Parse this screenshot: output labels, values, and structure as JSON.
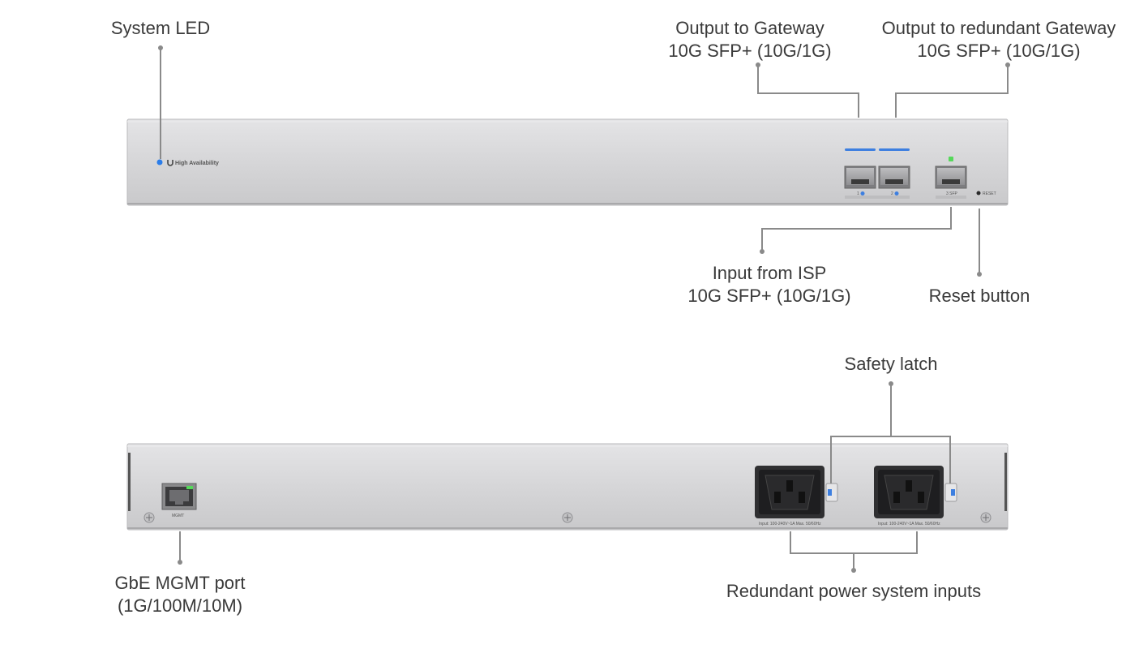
{
  "labels": {
    "system_led": "System LED",
    "output_gateway_1": "Output to Gateway",
    "output_gateway_2": "10G SFP+ (10G/1G)",
    "output_redundant_1": "Output to redundant Gateway",
    "output_redundant_2": "10G SFP+ (10G/1G)",
    "input_isp_1": "Input from ISP",
    "input_isp_2": "10G SFP+ (10G/1G)",
    "reset_button": "Reset button",
    "safety_latch": "Safety latch",
    "mgmt_port_1": "GbE MGMT port",
    "mgmt_port_2": "(1G/100M/10M)",
    "redundant_power": "Redundant power system inputs"
  },
  "device_front": {
    "brand_text": "High Availability",
    "port1_label": "1",
    "port2_label": "2",
    "port3_label": "3 SFP",
    "reset_text": "RESET"
  },
  "device_rear": {
    "mgmt_text": "MGMT",
    "power_spec_1": "Input: 100-240V~1A Max. 50/60Hz",
    "power_spec_2": "Input: 100-240V~1A Max. 50/60Hz"
  },
  "colors": {
    "chassis": "#d3d3d5",
    "led_blue": "#2b7de9",
    "port_active_blue": "#3d7fe0",
    "led_green": "#55d85a",
    "leader": "#8a8a8a"
  }
}
